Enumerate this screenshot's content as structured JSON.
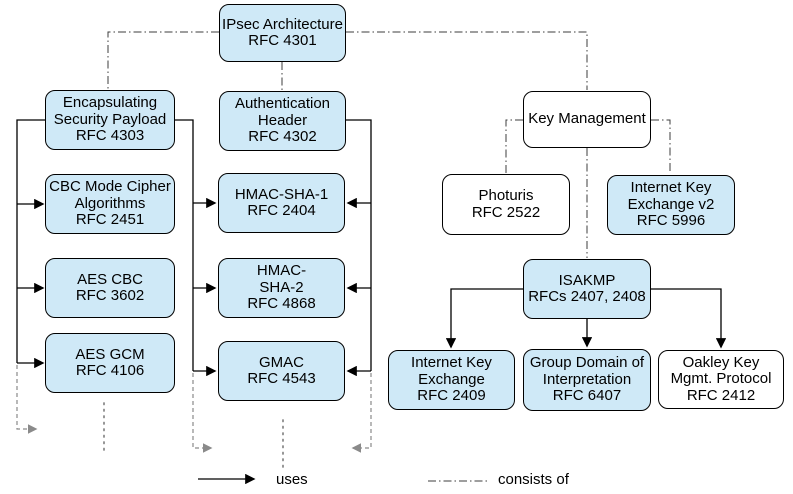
{
  "nodes": {
    "ipsec": {
      "label": "IPsec Architecture\nRFC 4301",
      "fill": "blue"
    },
    "esp": {
      "label": "Encapsulating\nSecurity Payload\nRFC 4303",
      "fill": "blue"
    },
    "cbc": {
      "label": "CBC Mode Cipher\nAlgorithms\nRFC 2451",
      "fill": "blue"
    },
    "aescbc": {
      "label": "AES CBC\nRFC 3602",
      "fill": "blue"
    },
    "aesgcm": {
      "label": "AES GCM\nRFC 4106",
      "fill": "blue"
    },
    "ah": {
      "label": "Authentication\nHeader\nRFC 4302",
      "fill": "blue"
    },
    "hmacsha1": {
      "label": "HMAC-SHA-1\nRFC 2404",
      "fill": "blue"
    },
    "hmacsha2": {
      "label": "HMAC-\nSHA-2\nRFC 4868",
      "fill": "blue"
    },
    "gmac": {
      "label": "GMAC\nRFC 4543",
      "fill": "blue"
    },
    "keymgmt": {
      "label": "Key Management",
      "fill": "white"
    },
    "photuris": {
      "label": "Photuris\nRFC 2522",
      "fill": "white"
    },
    "ikev2": {
      "label": "Internet Key\nExchange v2\nRFC 5996",
      "fill": "blue"
    },
    "isakmp": {
      "label": "ISAKMP\nRFCs 2407, 2408",
      "fill": "blue"
    },
    "ike": {
      "label": "Internet Key\nExchange\nRFC 2409",
      "fill": "blue"
    },
    "gdoi": {
      "label": "Group Domain of\nInterpretation\nRFC 6407",
      "fill": "blue"
    },
    "oakley": {
      "label": "Oakley Key\nMgmt. Protocol\nRFC 2412",
      "fill": "white"
    }
  },
  "edges": [
    {
      "from": "ipsec",
      "to": "esp",
      "type": "consists of"
    },
    {
      "from": "ipsec",
      "to": "ah",
      "type": "consists of"
    },
    {
      "from": "ipsec",
      "to": "keymgmt",
      "type": "consists of"
    },
    {
      "from": "keymgmt",
      "to": "photuris",
      "type": "consists of"
    },
    {
      "from": "keymgmt",
      "to": "ikev2",
      "type": "consists of"
    },
    {
      "from": "keymgmt",
      "to": "isakmp",
      "type": "consists of"
    },
    {
      "from": "esp",
      "to": "cbc",
      "type": "uses"
    },
    {
      "from": "esp",
      "to": "aescbc",
      "type": "uses"
    },
    {
      "from": "esp",
      "to": "aesgcm",
      "type": "uses"
    },
    {
      "from": "esp",
      "to": "hmacsha1",
      "type": "uses"
    },
    {
      "from": "esp",
      "to": "hmacsha2",
      "type": "uses"
    },
    {
      "from": "esp",
      "to": "gmac",
      "type": "uses"
    },
    {
      "from": "ah",
      "to": "hmacsha1",
      "type": "uses"
    },
    {
      "from": "ah",
      "to": "hmacsha2",
      "type": "uses"
    },
    {
      "from": "ah",
      "to": "gmac",
      "type": "uses"
    },
    {
      "from": "isakmp",
      "to": "ike",
      "type": "uses"
    },
    {
      "from": "isakmp",
      "to": "gdoi",
      "type": "uses"
    },
    {
      "from": "isakmp",
      "to": "oakley",
      "type": "uses"
    }
  ],
  "legend": {
    "uses_label": "uses",
    "consists_label": "consists of"
  },
  "colors": {
    "node_fill_blue": "#cfe9f7",
    "node_border": "#000000",
    "uses_line": "#000000",
    "consists_line": "#3c3c3c",
    "continuation_gray": "#8a8a8a"
  }
}
